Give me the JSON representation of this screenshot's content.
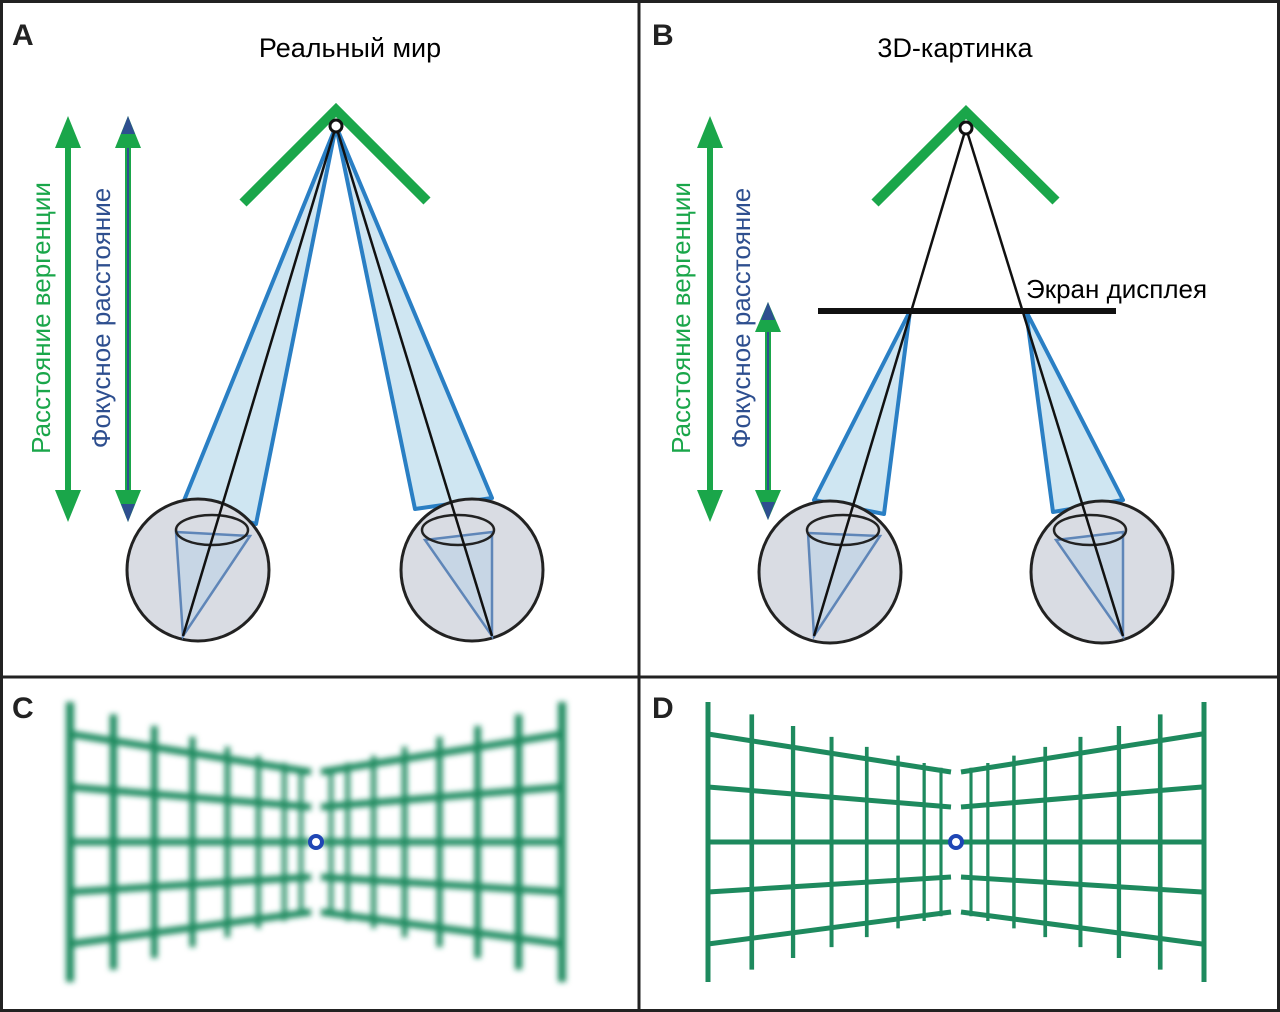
{
  "panels": {
    "a": {
      "letter": "A",
      "title": "Реальный мир",
      "vergence_label": "Расстояние вергенции",
      "focal_label": "Фокусное расстояние"
    },
    "b": {
      "letter": "B",
      "title": "3D-картинка",
      "vergence_label": "Расстояние вергенции",
      "focal_label": "Фокусное расстояние",
      "screen_label": "Экран дисплея"
    },
    "c": {
      "letter": "C",
      "grid_state": "blurred"
    },
    "d": {
      "letter": "D",
      "grid_state": "sharp"
    }
  },
  "colors": {
    "vergence": "#1aa64a",
    "focal": "#2e4f8f",
    "light_cone_fill": "#cfe6f2",
    "light_cone_edge": "#2a7fc4",
    "eye_fill": "#d9dce3",
    "grid": "#1e8a5e",
    "fixation_point": "#1f46b5",
    "border": "#222222"
  }
}
